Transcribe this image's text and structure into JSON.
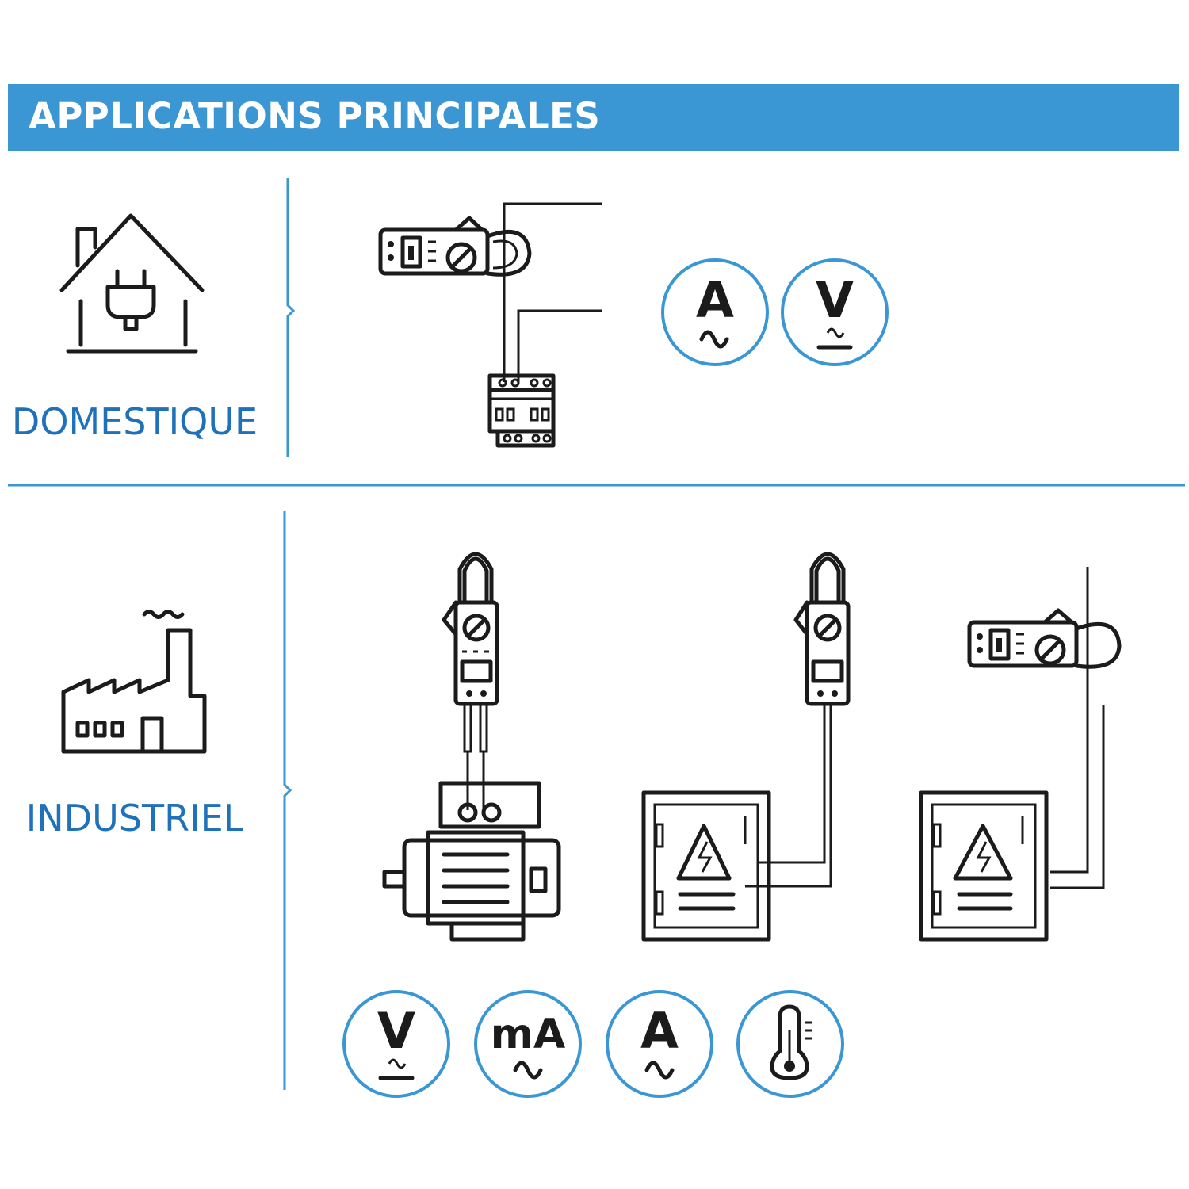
{
  "header": {
    "title": "APPLICATIONS PRINCIPALES"
  },
  "sections": [
    {
      "label": "DOMESTIQUE",
      "icon": "house-plug-icon",
      "badges": [
        {
          "symbol": "A",
          "mode": "ac",
          "icon": "ac-current-icon"
        },
        {
          "symbol": "V",
          "mode": "ac-dc",
          "icon": "ac-dc-voltage-icon"
        }
      ]
    },
    {
      "label": "INDUSTRIEL",
      "icon": "factory-icon",
      "badges": [
        {
          "symbol": "V",
          "mode": "ac-dc",
          "icon": "ac-dc-voltage-icon"
        },
        {
          "symbol": "mA",
          "mode": "ac",
          "icon": "milliamp-icon"
        },
        {
          "symbol": "A",
          "mode": "ac",
          "icon": "ac-current-icon"
        },
        {
          "symbol": "",
          "mode": "temperature",
          "icon": "thermometer-icon"
        }
      ]
    }
  ],
  "colors": {
    "accent": "#3a97d3",
    "label": "#1f72b9",
    "line": "#1b1b1b"
  }
}
